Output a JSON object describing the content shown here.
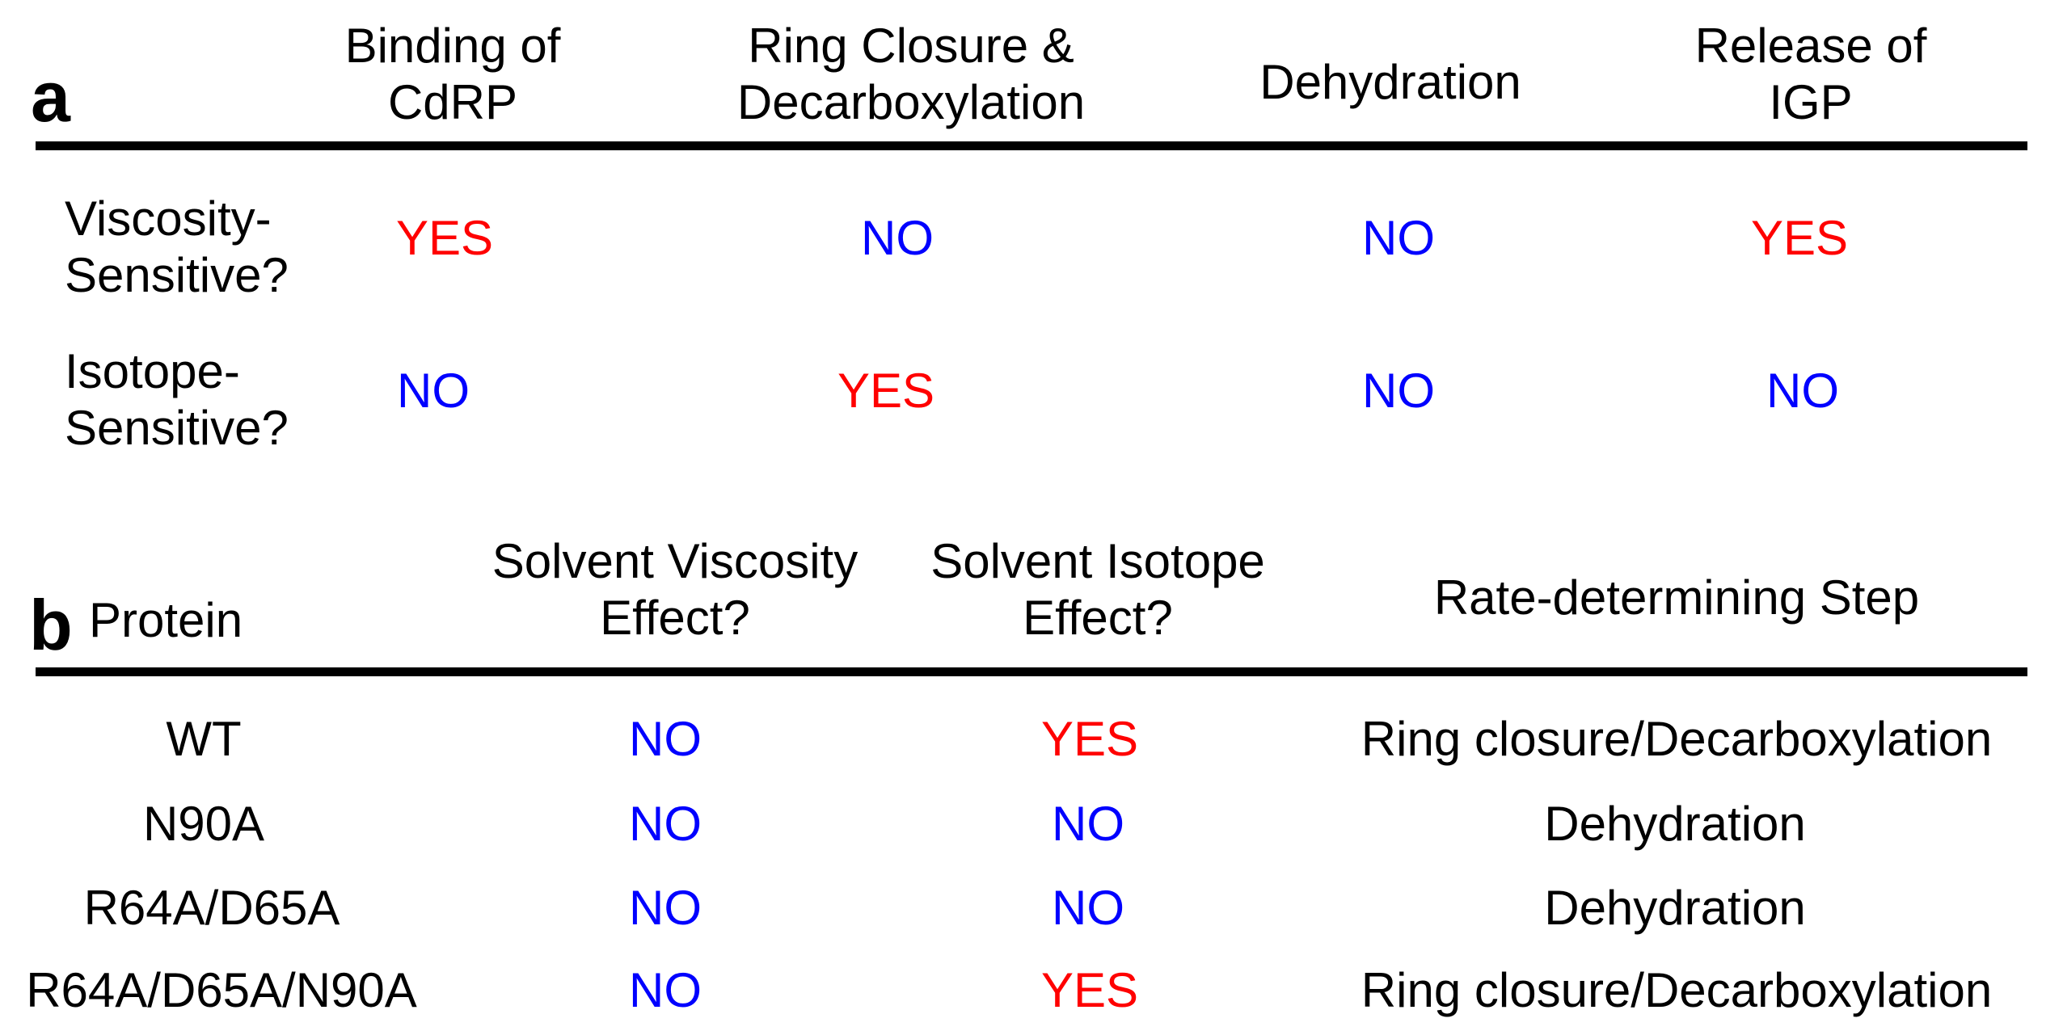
{
  "colors": {
    "yes": "#ff0000",
    "no": "#0000ff",
    "text": "#000000"
  },
  "panel_a": {
    "letter": "a",
    "columns": [
      [
        "Binding of",
        "CdRP"
      ],
      [
        "Ring Closure &",
        "Decarboxylation"
      ],
      [
        "Dehydration"
      ],
      [
        "Release of",
        "IGP"
      ]
    ],
    "rows": [
      {
        "label": [
          "Viscosity-",
          "Sensitive?"
        ],
        "values": [
          "YES",
          "NO",
          "NO",
          "YES"
        ]
      },
      {
        "label": [
          "Isotope-",
          "Sensitive?"
        ],
        "values": [
          "NO",
          "YES",
          "NO",
          "NO"
        ]
      }
    ]
  },
  "panel_b": {
    "letter": "b",
    "headers": {
      "protein": "Protein",
      "viscosity": [
        "Solvent Viscosity",
        "Effect?"
      ],
      "isotope": [
        "Solvent Isotope",
        "Effect?"
      ],
      "step": "Rate-determining Step"
    },
    "rows": [
      {
        "protein": "WT",
        "viscosity": "NO",
        "isotope": "YES",
        "step": "Ring closure/Decarboxylation"
      },
      {
        "protein": "N90A",
        "viscosity": "NO",
        "isotope": "NO",
        "step": "Dehydration"
      },
      {
        "protein": "R64A/D65A",
        "viscosity": "NO",
        "isotope": "NO",
        "step": "Dehydration"
      },
      {
        "protein": "R64A/D65A/N90A",
        "viscosity": "NO",
        "isotope": "YES",
        "step": "Ring closure/Decarboxylation"
      }
    ]
  }
}
